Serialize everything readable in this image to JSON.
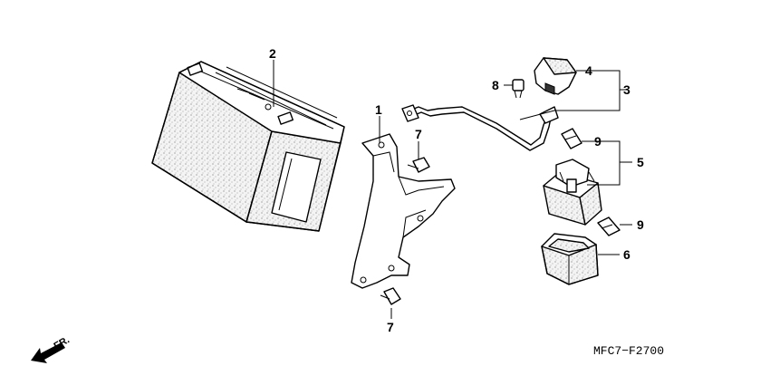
{
  "diagram_code": "MFC7−F2700",
  "direction_label": "FR.",
  "part_numbers": {
    "bracket": "1",
    "battery": "2",
    "cable_assembly": "3",
    "terminal_cover": "4",
    "starter_relay": "5",
    "relay_cover": "6",
    "bolt_upper": "7",
    "bolt_lower": "7",
    "screw": "8",
    "fuse_upper": "9",
    "fuse_lower": "9"
  }
}
